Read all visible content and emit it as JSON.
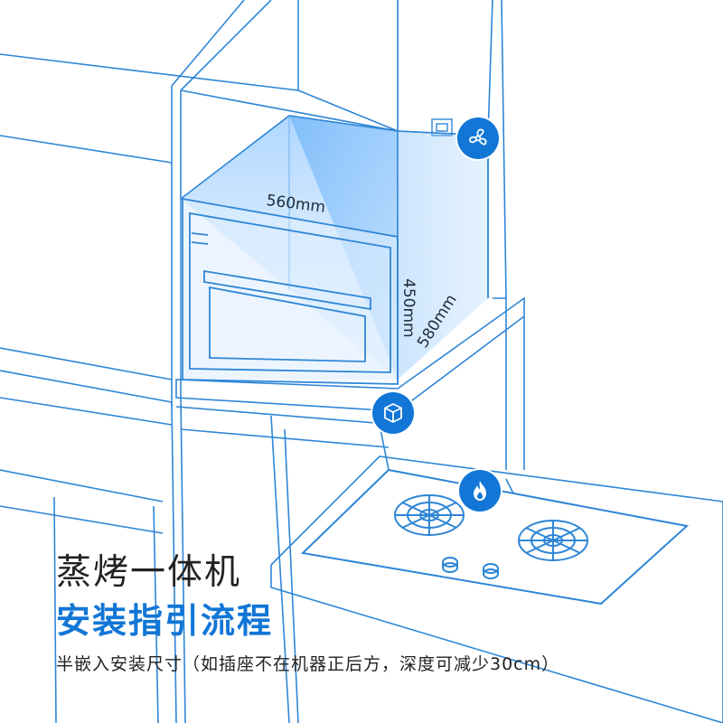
{
  "dimensions": {
    "width": "560mm",
    "height": "450mm",
    "depth": "580mm"
  },
  "icons": {
    "ventilation": "fan-icon",
    "cabinet": "cube-icon",
    "gas": "flame-icon"
  },
  "colors": {
    "accent": "#1176d6",
    "line": "#2e86d6",
    "text": "#222222"
  },
  "text": {
    "title": "蒸烤一体机",
    "subtitle": "安装指引流程",
    "note": "半嵌入安装尺寸（如插座不在机器正后方，深度可减少30cm）"
  }
}
